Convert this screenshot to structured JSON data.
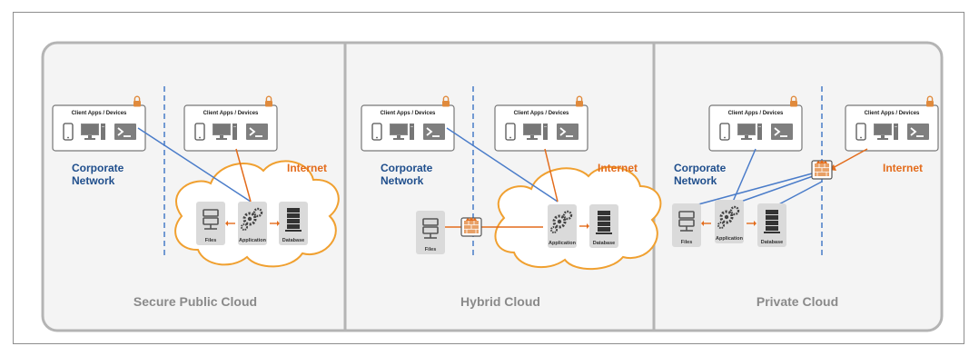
{
  "panels": [
    {
      "title": "Secure Public Cloud",
      "corporate_label": [
        "Corporate",
        "Network"
      ],
      "internet_label": "Internet",
      "client_box_corp": "Client Apps / Devices",
      "client_box_inet": "Client Apps / Devices",
      "services": [
        "Files",
        "Application",
        "Database"
      ]
    },
    {
      "title": "Hybrid Cloud",
      "corporate_label": [
        "Corporate",
        "Network"
      ],
      "internet_label": "Internet",
      "client_box_corp": "Client Apps / Devices",
      "client_box_inet": "Client Apps / Devices",
      "services": [
        "Files",
        "Application",
        "Database"
      ]
    },
    {
      "title": "Private Cloud",
      "corporate_label": [
        "Corporate",
        "Network"
      ],
      "internet_label": "Internet",
      "client_box_corp": "Client Apps / Devices",
      "client_box_inet": "Client Apps / Devices",
      "services": [
        "Files",
        "Application",
        "Database"
      ]
    }
  ],
  "icons": {
    "lock": "lock-icon",
    "phone": "phone-icon",
    "desktop": "desktop-icon",
    "terminal": "terminal-icon",
    "files": "files-server-icon",
    "application": "gears-icon",
    "database": "database-icon",
    "firewall": "firewall-icon",
    "cloud": "cloud-icon"
  },
  "colors": {
    "corporate_blue": "#1f4e8c",
    "connection_blue": "#4a7cc9",
    "internet_orange": "#e36c1c",
    "cloud_outline": "#f0a030",
    "divider_blue": "#3b73c4",
    "panel_border": "#b4b4b4",
    "panel_bg": "#f4f4f4"
  }
}
